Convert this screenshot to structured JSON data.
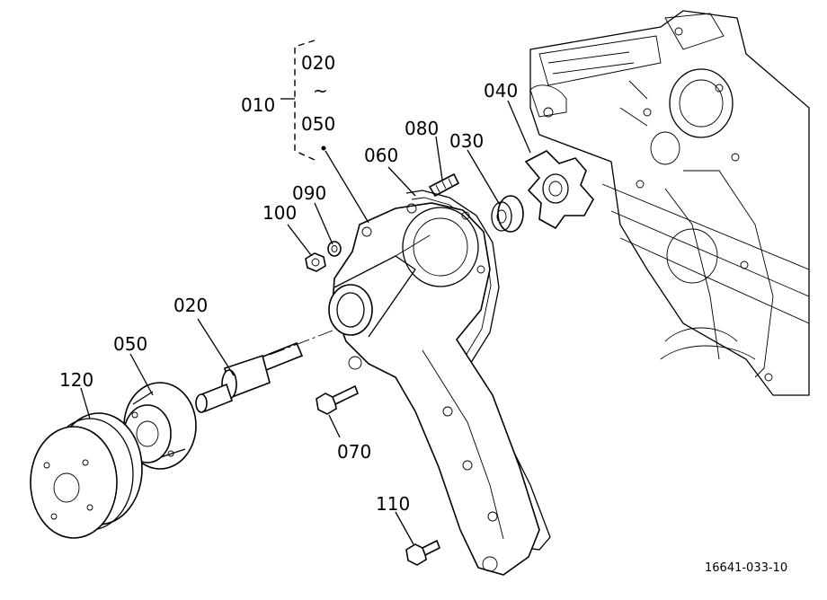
{
  "labels": {
    "p010": "010",
    "p020_range": "020",
    "p050_range": "050",
    "range_mark": "~",
    "p040": "040",
    "p080": "080",
    "p030": "030",
    "p060": "060",
    "p090": "090",
    "p100": "100",
    "p020": "020",
    "p050": "050",
    "p120": "120",
    "p070": "070",
    "p110": "110"
  },
  "drawing_number": "16641-033-10"
}
